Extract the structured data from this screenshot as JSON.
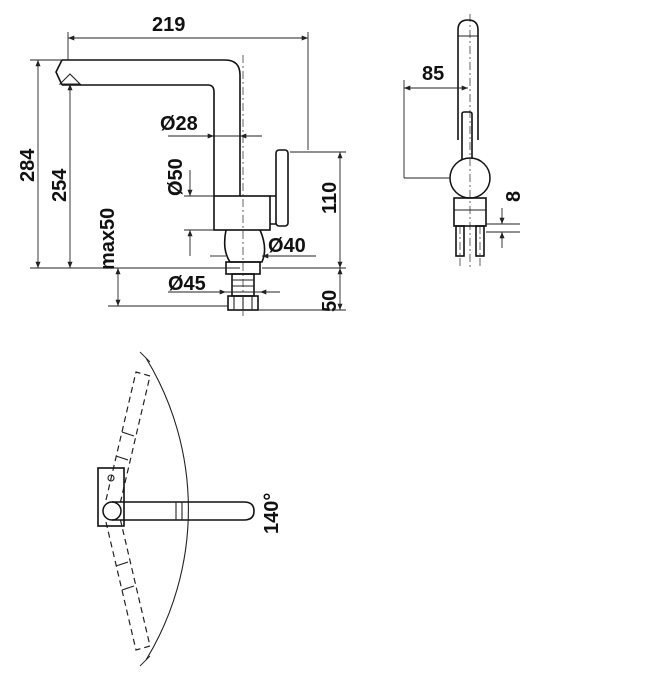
{
  "drawing": {
    "labels": {
      "width_total": "219",
      "height_total": "284",
      "height_spout": "254",
      "max_deck": "max50",
      "dia_spout": "Ø28",
      "dia_body": "Ø50",
      "dia_base": "Ø40",
      "dia_hole": "Ø45",
      "height_lever": "110",
      "shank": "50",
      "lever_offset": "85",
      "lever_gap": "8",
      "swivel_angle": "140°"
    }
  }
}
